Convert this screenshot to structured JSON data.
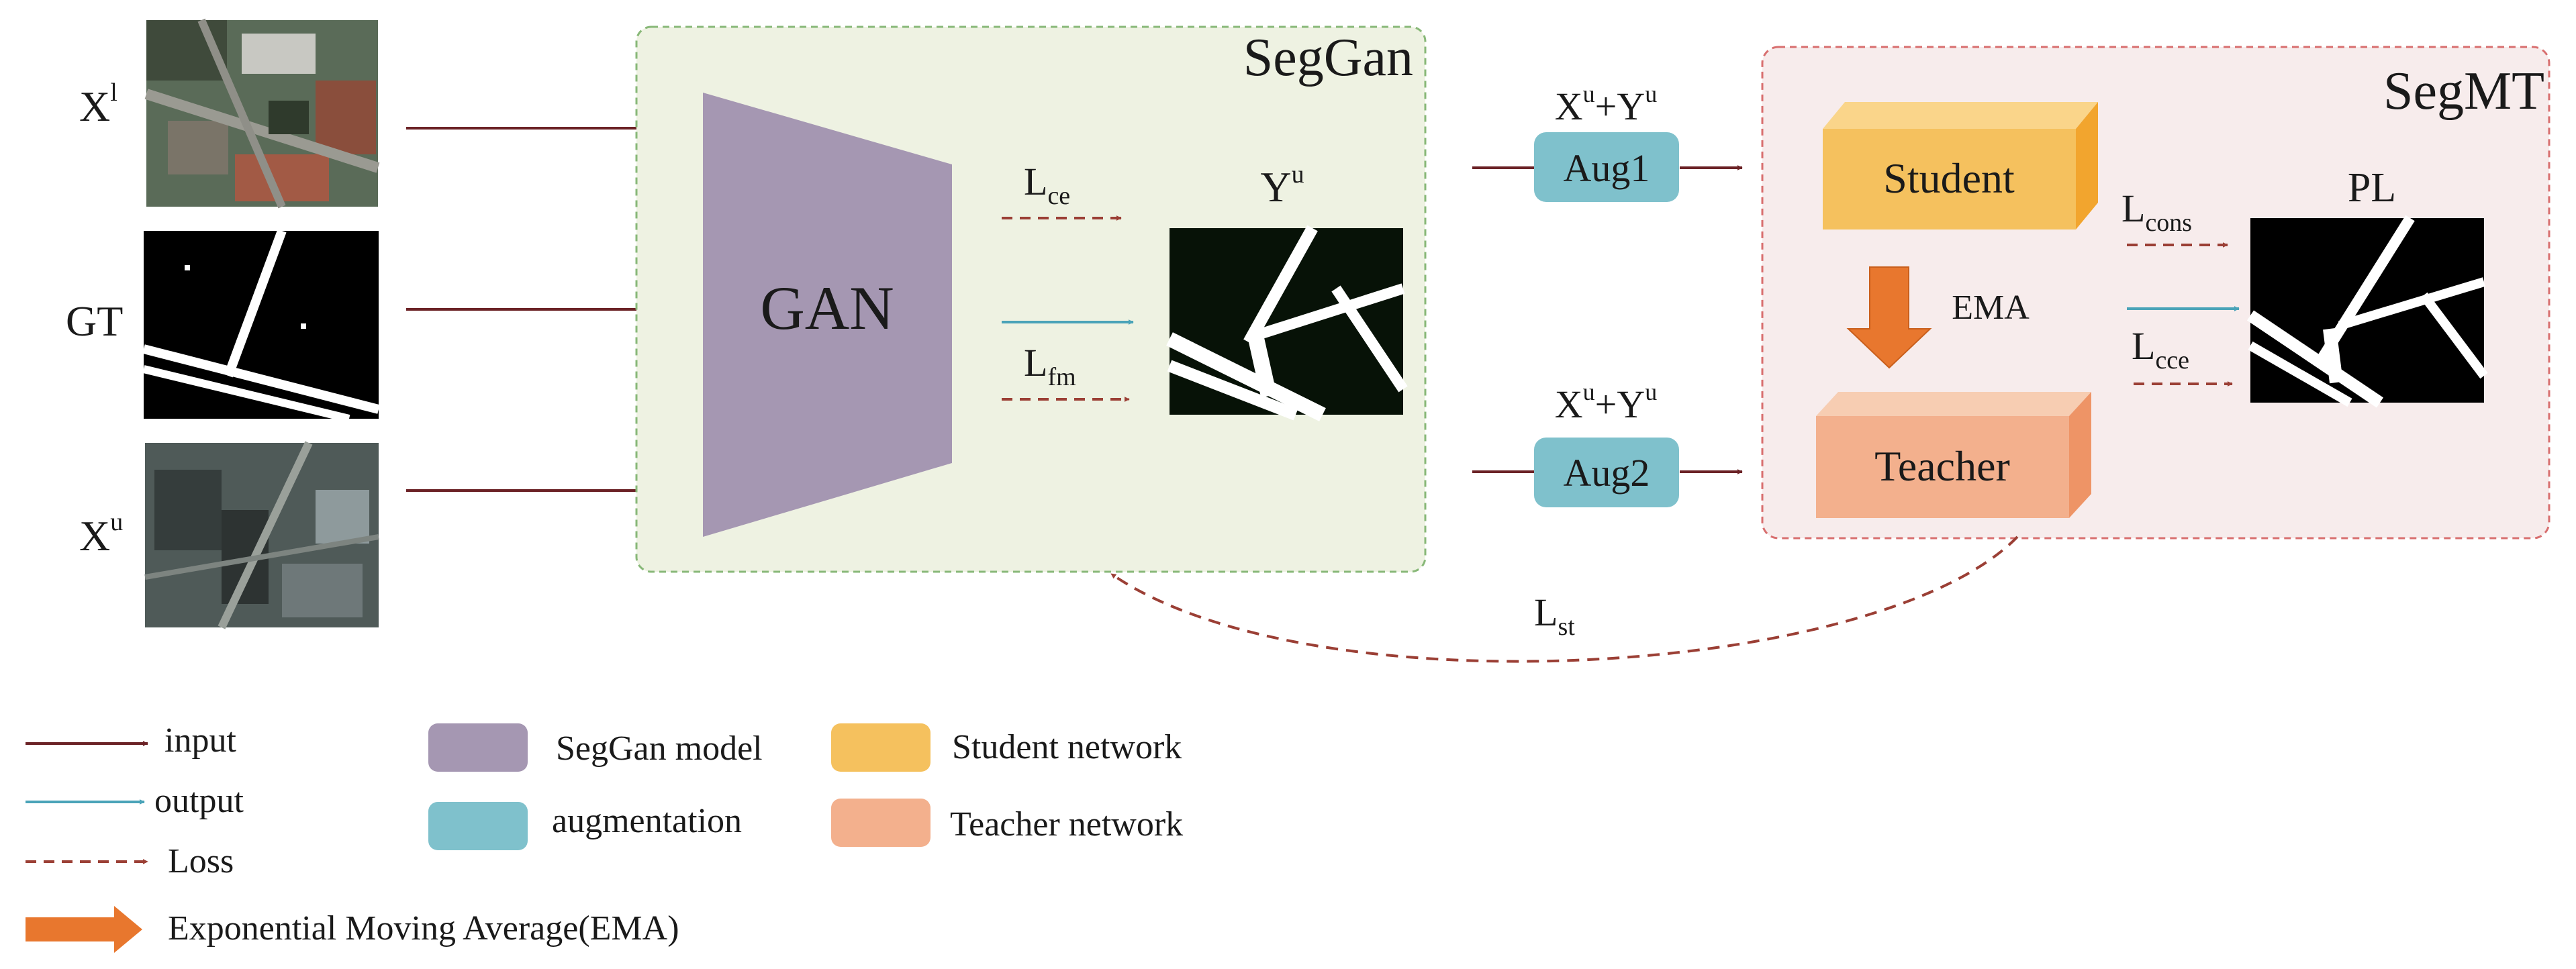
{
  "inputs": {
    "x_labeled": {
      "base": "X",
      "sup": "l"
    },
    "gt": "GT",
    "x_unlabeled": {
      "base": "X",
      "sup": "u"
    }
  },
  "seggan": {
    "title": "SegGan",
    "gan_label": "GAN",
    "loss_ce": {
      "base": "L",
      "sub": "ce"
    },
    "loss_fm": {
      "base": "L",
      "sub": "fm"
    },
    "output_label": {
      "base": "Y",
      "sup": "u"
    }
  },
  "augment": {
    "pair1_label": {
      "a": "X",
      "a_sup": "u",
      "plus": "+",
      "b": "Y",
      "b_sup": "u"
    },
    "pair2_label": {
      "a": "X",
      "a_sup": "u",
      "plus": "+",
      "b": "Y",
      "b_sup": "u"
    },
    "aug1": "Aug1",
    "aug2": "Aug2"
  },
  "segmt": {
    "title": "SegMT",
    "student": "Student",
    "teacher": "Teacher",
    "ema": "EMA",
    "loss_cons": {
      "base": "L",
      "sub": "cons"
    },
    "loss_cce": {
      "base": "L",
      "sub": "cce"
    },
    "pl_label": "PL"
  },
  "loss_st": {
    "base": "L",
    "sub": "st"
  },
  "legend": {
    "input": "input",
    "output": "output",
    "loss": "Loss",
    "ema": "Exponential Moving Average(EMA)",
    "seggan_model": "SegGan model",
    "augmentation": "augmentation",
    "student_network": "Student network",
    "teacher_network": "Teacher network"
  },
  "colors": {
    "input_arrow": "#6b2226",
    "output_arrow": "#4aa3b8",
    "loss_arrow": "#9b3f35",
    "ema_arrow": "#e8772e",
    "seggan_bg": "#eef2e2",
    "seggan_border": "#88b878",
    "segmt_bg": "#f7ecec",
    "segmt_border": "#d86f6f",
    "gan_fill": "#a597b2",
    "aug_fill": "#7fc1cc",
    "student_fill": "#f5c15e",
    "teacher_fill": "#f3b08d"
  }
}
